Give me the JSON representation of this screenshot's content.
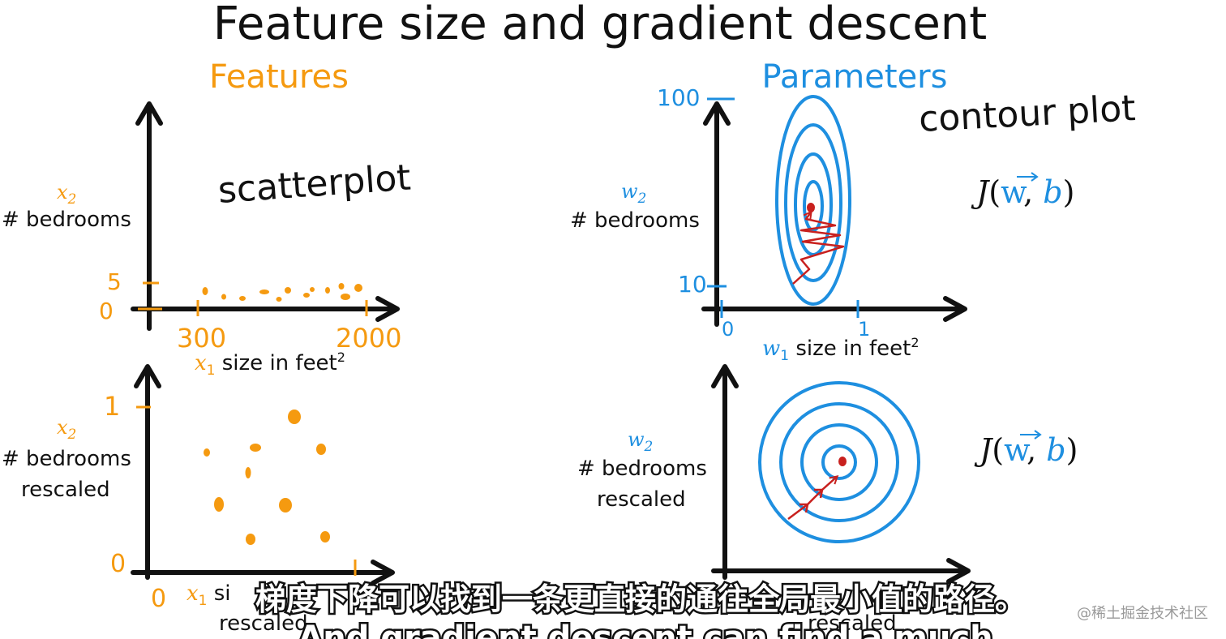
{
  "title": "Feature size and gradient descent",
  "features_heading": "Features",
  "parameters_heading": "Parameters",
  "colors": {
    "orange": "#F59A10",
    "blue": "#1E8FE0",
    "red": "#C8201E",
    "black": "#111111"
  },
  "top_left": {
    "annotation": "scatterplot",
    "y_var": "x",
    "y_sub": "2",
    "y_label": "# bedrooms",
    "y_ticks": [
      "5",
      "0"
    ],
    "x_ticks": [
      "300",
      "2000"
    ],
    "x_var": "x",
    "x_sub": "1",
    "x_label": "size in feet",
    "x_label_sup": "2"
  },
  "bottom_left": {
    "y_var": "x",
    "y_sub": "2",
    "y_label_line1": "# bedrooms",
    "y_label_line2": "rescaled",
    "y_ticks": [
      "1",
      "0"
    ],
    "x_tick_origin": "0",
    "x_var": "x",
    "x_sub": "1",
    "x_label_partial": "si",
    "x_label_line2": "rescaled"
  },
  "top_right": {
    "annotation": "contour plot",
    "y_var": "w",
    "y_sub": "2",
    "y_label": "# bedrooms",
    "y_ticks": [
      "100",
      "10"
    ],
    "x_ticks": [
      "0",
      "1"
    ],
    "x_var": "w",
    "x_sub": "1",
    "x_label": "size in feet",
    "x_label_sup": "2",
    "cost_J": "J",
    "cost_open": "(",
    "cost_w": "w",
    "cost_comma": ", ",
    "cost_b": "b",
    "cost_close": ")"
  },
  "bottom_right": {
    "y_var": "w",
    "y_sub": "2",
    "y_label_line1": "# bedrooms",
    "y_label_line2": "rescaled",
    "x_label_line2": "rescaled",
    "cost_J": "J",
    "cost_open": "(",
    "cost_w": "w",
    "cost_comma": ", ",
    "cost_b": "b",
    "cost_close": ")"
  },
  "subtitle_zh": "梯度下降可以找到一条更直接的通往全局最小值的路径。",
  "subtitle_en": "And gradient descent can find a much",
  "watermark": "@稀土掘金技术社区"
}
